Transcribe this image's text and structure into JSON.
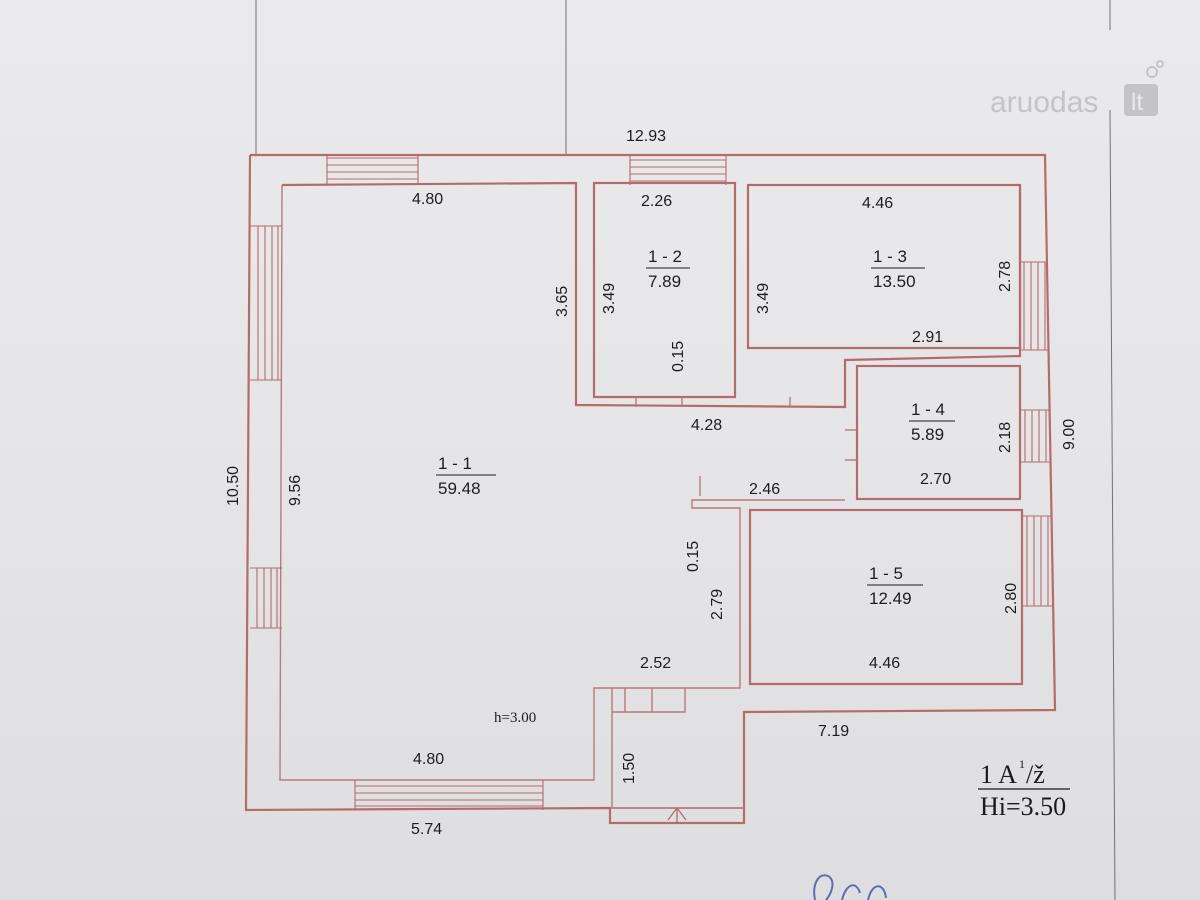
{
  "watermark": {
    "brand": "aruodas",
    "tld": "lt"
  },
  "dimensions": {
    "top_total": "12.93",
    "top_left": "4.80",
    "room2_width": "2.26",
    "room3_width": "4.46",
    "room1_divider": "3.65",
    "room2_height": "3.49",
    "room3_height": "3.49",
    "room3_window_side": "2.78",
    "room3_bottom": "2.91",
    "wall_thickness_a": "0.15",
    "corridor_width": "4.28",
    "room4_height": "2.18",
    "right_total": "9.00",
    "room4_width": "2.70",
    "left_total": "10.50",
    "left_inner": "9.56",
    "corridor_bottom": "2.46",
    "wall_thickness_b": "0.15",
    "hall_height": "2.79",
    "room5_height": "2.80",
    "hall_width": "2.52",
    "room5_width": "4.46",
    "ceiling_height": "h=3.00",
    "right_bottom": "7.19",
    "bottom_inner": "4.80",
    "porch_depth": "1.50",
    "bottom_outer": "5.74"
  },
  "rooms": [
    {
      "id": "1 - 1",
      "area": "59.48"
    },
    {
      "id": "1 - 2",
      "area": "7.89"
    },
    {
      "id": "1 - 3",
      "area": "13.50"
    },
    {
      "id": "1 - 4",
      "area": "5.89"
    },
    {
      "id": "1 - 5",
      "area": "12.49"
    }
  ],
  "stamp": {
    "line1": "1 A",
    "sup": "1",
    "line1_tail": "/ž",
    "line2": "Hi=3.50"
  },
  "colors": {
    "wall": "#b56b6b",
    "paper": "#e8e8ea",
    "ink": "#1d1d1d"
  }
}
